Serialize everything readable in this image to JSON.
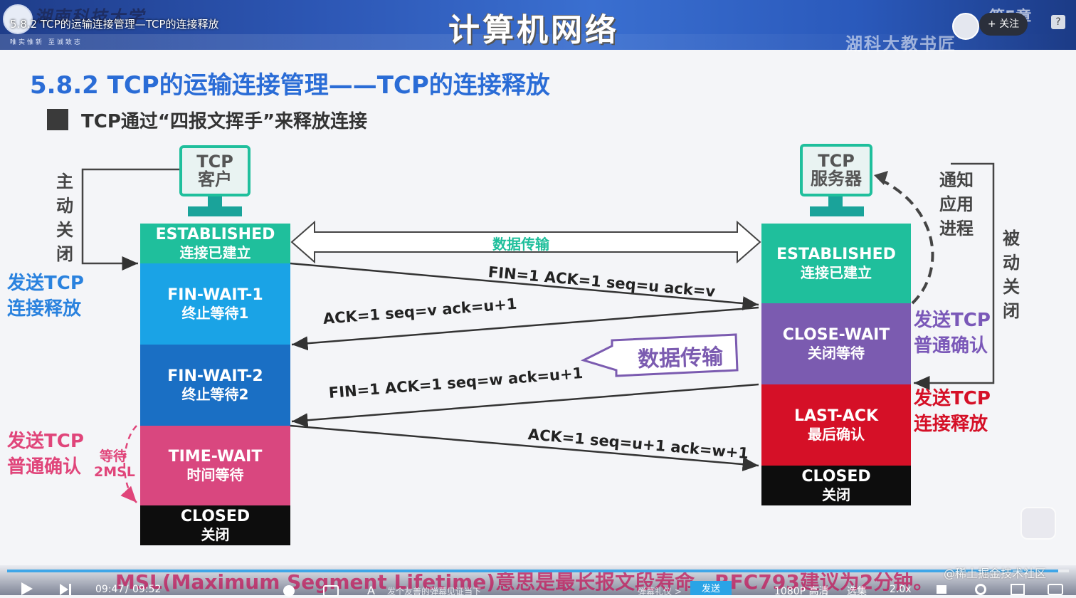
{
  "header": {
    "school_name": "湖南科技大学",
    "video_title": "5.8.2 TCP的运输连接管理—TCP的连接释放",
    "motto": "唯实惟新   至诚致志",
    "course_title": "计算机网络",
    "uploader": "湖科大教书匠",
    "chapter_tag": "第5章",
    "follow_label": "+ 关注",
    "help_label": "?"
  },
  "slide": {
    "title": "5.8.2 TCP的运输连接管理——TCP的连接释放",
    "bullet": "TCP通过“四报文挥手”来释放连接",
    "client": {
      "device_label_1": "TCP",
      "device_label_2": "客户",
      "side_vertical": "主动关闭",
      "send_release_1": "发送TCP",
      "send_release_2": "连接释放",
      "send_ack_1": "发送TCP",
      "send_ack_2": "普通确认",
      "wait_1": "等待",
      "wait_2": "2MSL",
      "states": [
        {
          "en": "ESTABLISHED",
          "zh": "连接已建立",
          "color": "#1fbf9c"
        },
        {
          "en": "FIN-WAIT-1",
          "zh": "终止等待1",
          "color": "#1aa3e6"
        },
        {
          "en": "FIN-WAIT-2",
          "zh": "终止等待2",
          "color": "#1a6fc4"
        },
        {
          "en": "TIME-WAIT",
          "zh": "时间等待",
          "color": "#d9477f"
        },
        {
          "en": "CLOSED",
          "zh": "关闭",
          "color": "#0d0d0d"
        }
      ]
    },
    "server": {
      "device_label_1": "TCP",
      "device_label_2": "服务器",
      "notify_1": "通知",
      "notify_2": "应用",
      "notify_3": "进程",
      "side_vertical": "被动关闭",
      "send_ack_1": "发送TCP",
      "send_ack_2": "普通确认",
      "send_release_1": "发送TCP",
      "send_release_2": "连接释放",
      "states": [
        {
          "en": "ESTABLISHED",
          "zh": "连接已建立",
          "color": "#1fbf9c"
        },
        {
          "en": "CLOSE-WAIT",
          "zh": "关闭等待",
          "color": "#7b5bb0"
        },
        {
          "en": "LAST-ACK",
          "zh": "最后确认",
          "color": "#d51027"
        },
        {
          "en": "CLOSED",
          "zh": "关闭",
          "color": "#0d0d0d"
        }
      ]
    },
    "data_transfer": "数据传输",
    "data_transfer_big": "数据传输",
    "messages": {
      "m1": "FIN=1   ACK=1   seq=u   ack=v",
      "m2": "ACK=1   seq=v   ack=u+1",
      "m3": "FIN=1   ACK=1   seq=w   ack=u+1",
      "m4": "ACK=1   seq=u+1   ack=w+1"
    },
    "msl_note": "MSL(Maximum Segment Lifetime)意思是最长报文段寿命，RFC793建议为2分钟。"
  },
  "player": {
    "time_current": "09:47",
    "time_sep": "/",
    "time_total": "09:52",
    "danmaku_placeholder": "发个友善的弹幕见证当下",
    "danmaku_etiquette": "弹幕礼仪 >",
    "send_label": "发送",
    "quality": "1080P 高清",
    "episodes": "选集",
    "speed": "2.0x",
    "watermark": "@稀土掘金技术社区",
    "progress": 0.99
  }
}
